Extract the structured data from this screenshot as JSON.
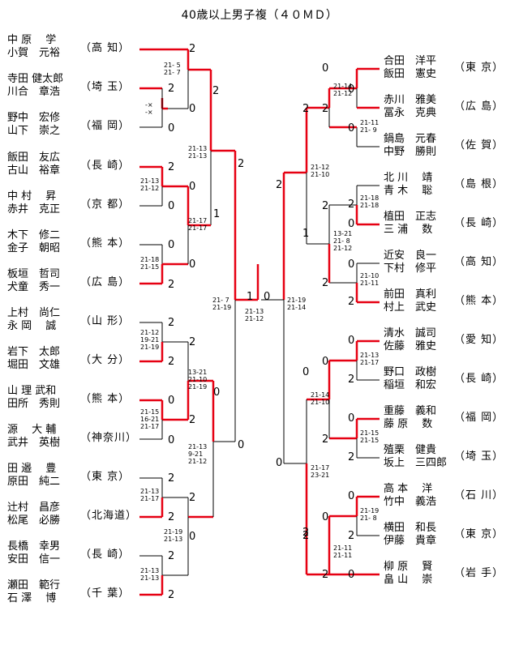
{
  "title": "40歳以上男子複（４０ＭＤ）",
  "left_teams": [
    {
      "p1": "中 原　 学",
      "p2": "小賀　元裕",
      "pref": "（高 知）"
    },
    {
      "p1": "寺田 健太郎",
      "p2": "川合　章浩",
      "pref": "（埼 玉）"
    },
    {
      "p1": "野中　宏修",
      "p2": "山下　崇之",
      "pref": "（福 岡）"
    },
    {
      "p1": "飯田　友広",
      "p2": "古山　裕章",
      "pref": "（長 崎）"
    },
    {
      "p1": "中 村　 昇",
      "p2": "赤井　克正",
      "pref": "（京 都）"
    },
    {
      "p1": "木下　修二",
      "p2": "金子　朝昭",
      "pref": "（熊 本）"
    },
    {
      "p1": "板垣　哲司",
      "p2": "犬童　秀一",
      "pref": "（広 島）"
    },
    {
      "p1": "上村　尚仁",
      "p2": "永 岡　 誠",
      "pref": "（山 形）"
    },
    {
      "p1": "岩下　太郎",
      "p2": "堀田　文雄",
      "pref": "（大 分）"
    },
    {
      "p1": "山 理 武和",
      "p2": "田所　秀則",
      "pref": "（熊 本）"
    },
    {
      "p1": "源　 大 輔",
      "p2": "武井　英樹",
      "pref": "（神奈川）"
    },
    {
      "p1": "田 邉　 豊",
      "p2": "原田　純二",
      "pref": "（東 京）"
    },
    {
      "p1": "辻村　昌彦",
      "p2": "松尾　必勝",
      "pref": "（北海道）"
    },
    {
      "p1": "長橋　幸男",
      "p2": "安田　信一",
      "pref": "（長 崎）"
    },
    {
      "p1": "瀬田　範行",
      "p2": "石 澤　 博",
      "pref": "（千 葉）"
    }
  ],
  "right_teams": [
    {
      "p1": "合田　洋平",
      "p2": "飯田　憲史",
      "pref": "（東 京）"
    },
    {
      "p1": "赤川　雅美",
      "p2": "冨永　克典",
      "pref": "（広 島）"
    },
    {
      "p1": "鍋島　元春",
      "p2": "中野　勝則",
      "pref": "（佐 賀）"
    },
    {
      "p1": "北 川　 靖",
      "p2": "青 木　 聡",
      "pref": "（島 根）"
    },
    {
      "p1": "植田　正志",
      "p2": "三 浦　 数",
      "pref": "（長 崎）"
    },
    {
      "p1": "近安　良一",
      "p2": "下村　修平",
      "pref": "（高 知）"
    },
    {
      "p1": "前田　真利",
      "p2": "村上　武史",
      "pref": "（熊 本）"
    },
    {
      "p1": "清水　誠司",
      "p2": "佐藤　雅史",
      "pref": "（愛 知）"
    },
    {
      "p1": "野口　政樹",
      "p2": "稲垣　和宏",
      "pref": "（長 崎）"
    },
    {
      "p1": "重藤　義和",
      "p2": "藤 原　 数",
      "pref": "（福 岡）"
    },
    {
      "p1": "殖栗　健貴",
      "p2": "坂上　三四郎",
      "pref": "（埼 玉）"
    },
    {
      "p1": "高 本　 洋",
      "p2": "竹中　義浩",
      "pref": "（石 川）"
    },
    {
      "p1": "横田　和長",
      "p2": "伊藤　貴章",
      "pref": "（東 京）"
    },
    {
      "p1": "柳 原　 賢",
      "p2": "畠 山　 崇",
      "pref": "（岩 手）"
    }
  ],
  "scores": [
    "2",
    "2",
    "0",
    "0",
    "2",
    "2",
    "2",
    "0",
    "0",
    "0",
    "0",
    "2",
    "1",
    "1",
    "0",
    "2",
    "2",
    "2",
    "0",
    "0",
    "2",
    "0",
    "0",
    "2",
    "2",
    "2",
    "0",
    "2",
    "2",
    "0",
    "2",
    "0",
    "0",
    "2",
    "2",
    "2",
    "0",
    "2",
    "1",
    "2",
    "0",
    "2",
    "0",
    "0",
    "0",
    "2",
    "2",
    "0",
    "2",
    "0",
    "2",
    "0",
    "0",
    "2",
    "2",
    "2",
    "0"
  ],
  "game_scores": [
    "21- 5\n21- 7",
    "-×\n-×",
    "21-13\n21-13",
    "21-13\n21-12",
    "21-17\n21-17",
    "21-18\n21-15",
    "21- 7\n21-19",
    "21-12\n19-21\n21-19",
    "13-21\n21-10\n21-19",
    "21-15\n16-21\n21-17",
    "21-13\n9-21\n21-12",
    "21-13\n21-17",
    "21-19\n21-13",
    "21-13\n21-13",
    "21-13\n21-12",
    "21-19\n21-14",
    "21-14\n21-12",
    "21-11\n21- 9",
    "21-12\n21-10",
    "21-18\n21-18",
    "13-21\n21- 8\n21-12",
    "21-10\n21-11",
    "21-13\n21-17",
    "21-14\n21-10",
    "21-15\n21-15",
    "21-17\n23-21",
    "21-19\n21- 8",
    "21-11\n21-11"
  ],
  "colors": {
    "win_line": "#e60012",
    "line": "#000000"
  }
}
